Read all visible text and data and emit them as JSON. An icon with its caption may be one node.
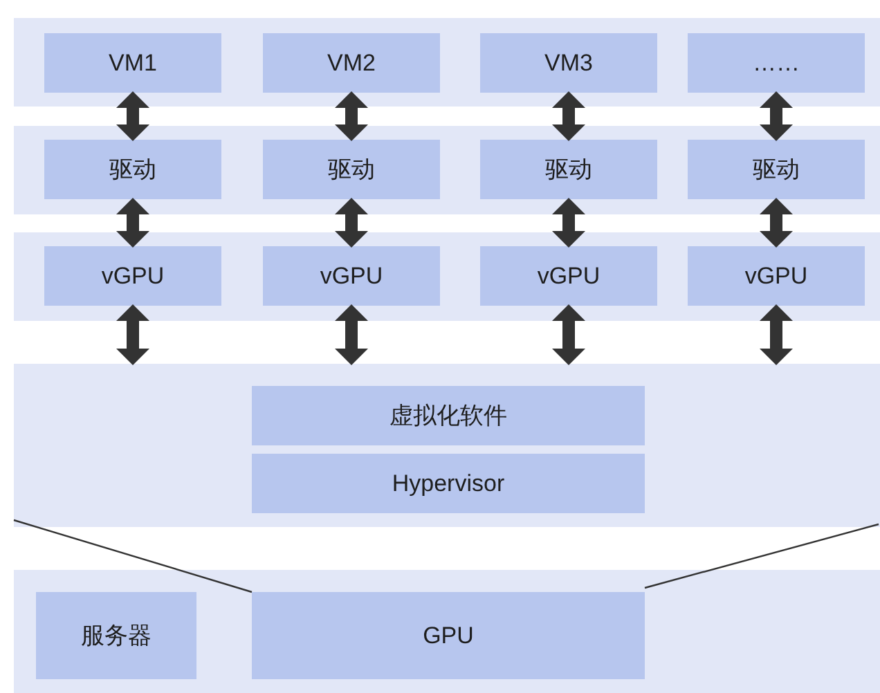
{
  "diagram": {
    "nodes": [
      {
        "text": [],
        "shape": "box"
      },
      {
        "text": [
          "VM1"
        ],
        "in": 0
      },
      {
        "text": [
          "VM2"
        ],
        "in": 0
      },
      {
        "text": [
          "VM3"
        ],
        "in": 0
      },
      {
        "text": [
          "……"
        ],
        "in": 0
      },
      {
        "text": [],
        "shape": "box"
      },
      {
        "text": [
          "驱动"
        ],
        "in": 5
      },
      {
        "text": [
          "驱动"
        ],
        "in": 5
      },
      {
        "text": [
          "驱动"
        ],
        "in": 5
      },
      {
        "text": [
          "驱动"
        ],
        "in": 5
      },
      {
        "text": [],
        "shape": "box"
      },
      {
        "text": [
          "vGPU"
        ],
        "in": 10
      },
      {
        "text": [
          "vGPU"
        ],
        "in": 10
      },
      {
        "text": [
          "vGPU"
        ],
        "in": 10
      },
      {
        "text": [
          "vGPU"
        ],
        "in": 10
      },
      {
        "text": [],
        "shape": "box"
      },
      {
        "text": [
          "虚拟化软件"
        ],
        "in": 15
      },
      {
        "text": [
          "Hypervisor"
        ],
        "in": 15
      },
      {
        "text": [],
        "shape": "box"
      },
      {
        "text": [
          "服务器"
        ],
        "in": 18
      },
      {
        "text": [
          "GPU"
        ],
        "in": 18
      }
    ],
    "edges": [
      {
        "from": 1,
        "to": 6,
        "arrow": "both"
      },
      {
        "from": 2,
        "to": 7,
        "arrow": "both"
      },
      {
        "from": 3,
        "to": 8,
        "arrow": "both"
      },
      {
        "from": 4,
        "to": 9,
        "arrow": "both"
      },
      {
        "from": 6,
        "to": 11,
        "arrow": "both"
      },
      {
        "from": 7,
        "to": 12,
        "arrow": "both"
      },
      {
        "from": 8,
        "to": 13,
        "arrow": "both"
      },
      {
        "from": 9,
        "to": 14,
        "arrow": "both"
      },
      {
        "from": 11,
        "to": 15,
        "arrow": "both"
      },
      {
        "from": 12,
        "to": 15,
        "arrow": "both"
      },
      {
        "from": 13,
        "to": 15,
        "arrow": "both"
      },
      {
        "from": 14,
        "to": 15,
        "arrow": "both"
      },
      {
        "from": 15,
        "to": 20,
        "arrow": "none"
      },
      {
        "from": 15,
        "to": 20,
        "arrow": "none"
      }
    ]
  }
}
